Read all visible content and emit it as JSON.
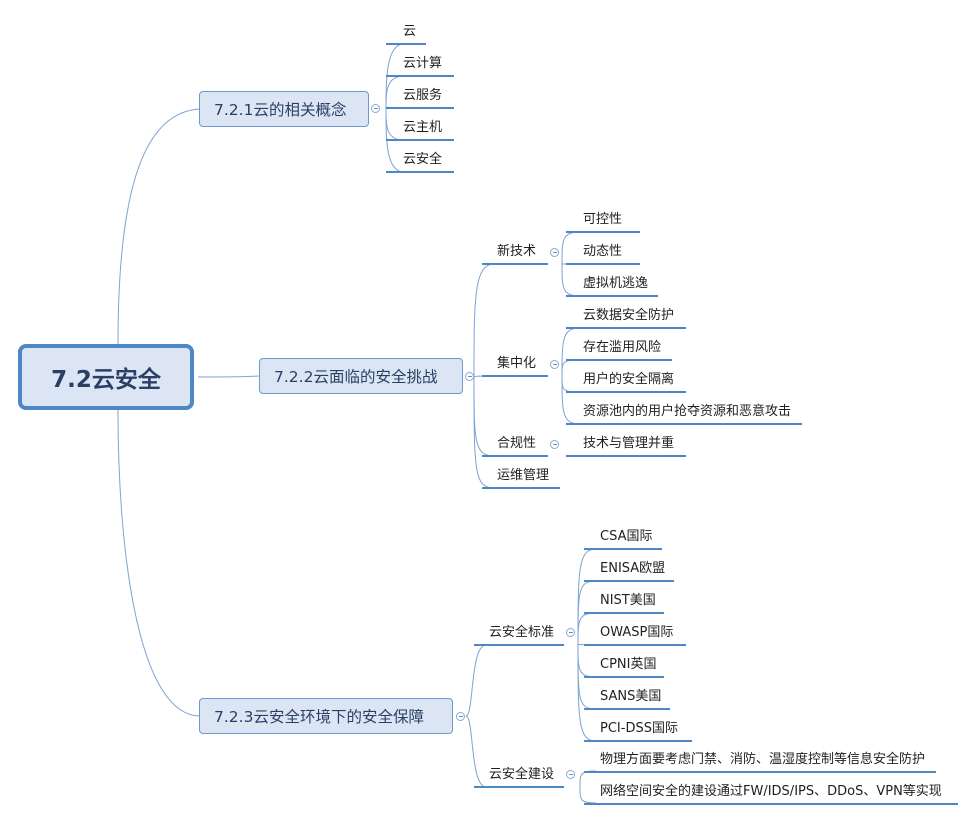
{
  "root": "7.2云安全",
  "branches": [
    {
      "label": "7.2.1云的相关概念",
      "items": [
        "云",
        "云计算",
        "云服务",
        "云主机",
        "云安全"
      ]
    },
    {
      "label": "7.2.2云面临的安全挑战",
      "groups": [
        {
          "label": "新技术",
          "items": [
            "可控性",
            "动态性",
            "虚拟机逃逸"
          ]
        },
        {
          "label": "集中化",
          "items": [
            "云数据安全防护",
            "存在滥用风险",
            "用户的安全隔离",
            "资源池内的用户抢夺资源和恶意攻击"
          ]
        },
        {
          "label": "合规性",
          "items": [
            "技术与管理并重"
          ]
        },
        {
          "label": "运维管理",
          "items": []
        }
      ]
    },
    {
      "label": "7.2.3云安全环境下的安全保障",
      "groups": [
        {
          "label": "云安全标准",
          "items": [
            "CSA国际",
            "ENISA欧盟",
            "NIST美国",
            "OWASP国际",
            "CPNI英国",
            "SANS美国",
            "PCI-DSS国际"
          ]
        },
        {
          "label": "云安全建设",
          "items": [
            "物理方面要考虑门禁、消防、温湿度控制等信息安全防护",
            "网络空间安全的建设通过FW/IDS/IPS、DDoS、VPN等实现"
          ]
        }
      ]
    }
  ],
  "colors": {
    "line": "#6f98cf",
    "underline": "#4f86c6",
    "node_fill": "#dbe5f3"
  }
}
